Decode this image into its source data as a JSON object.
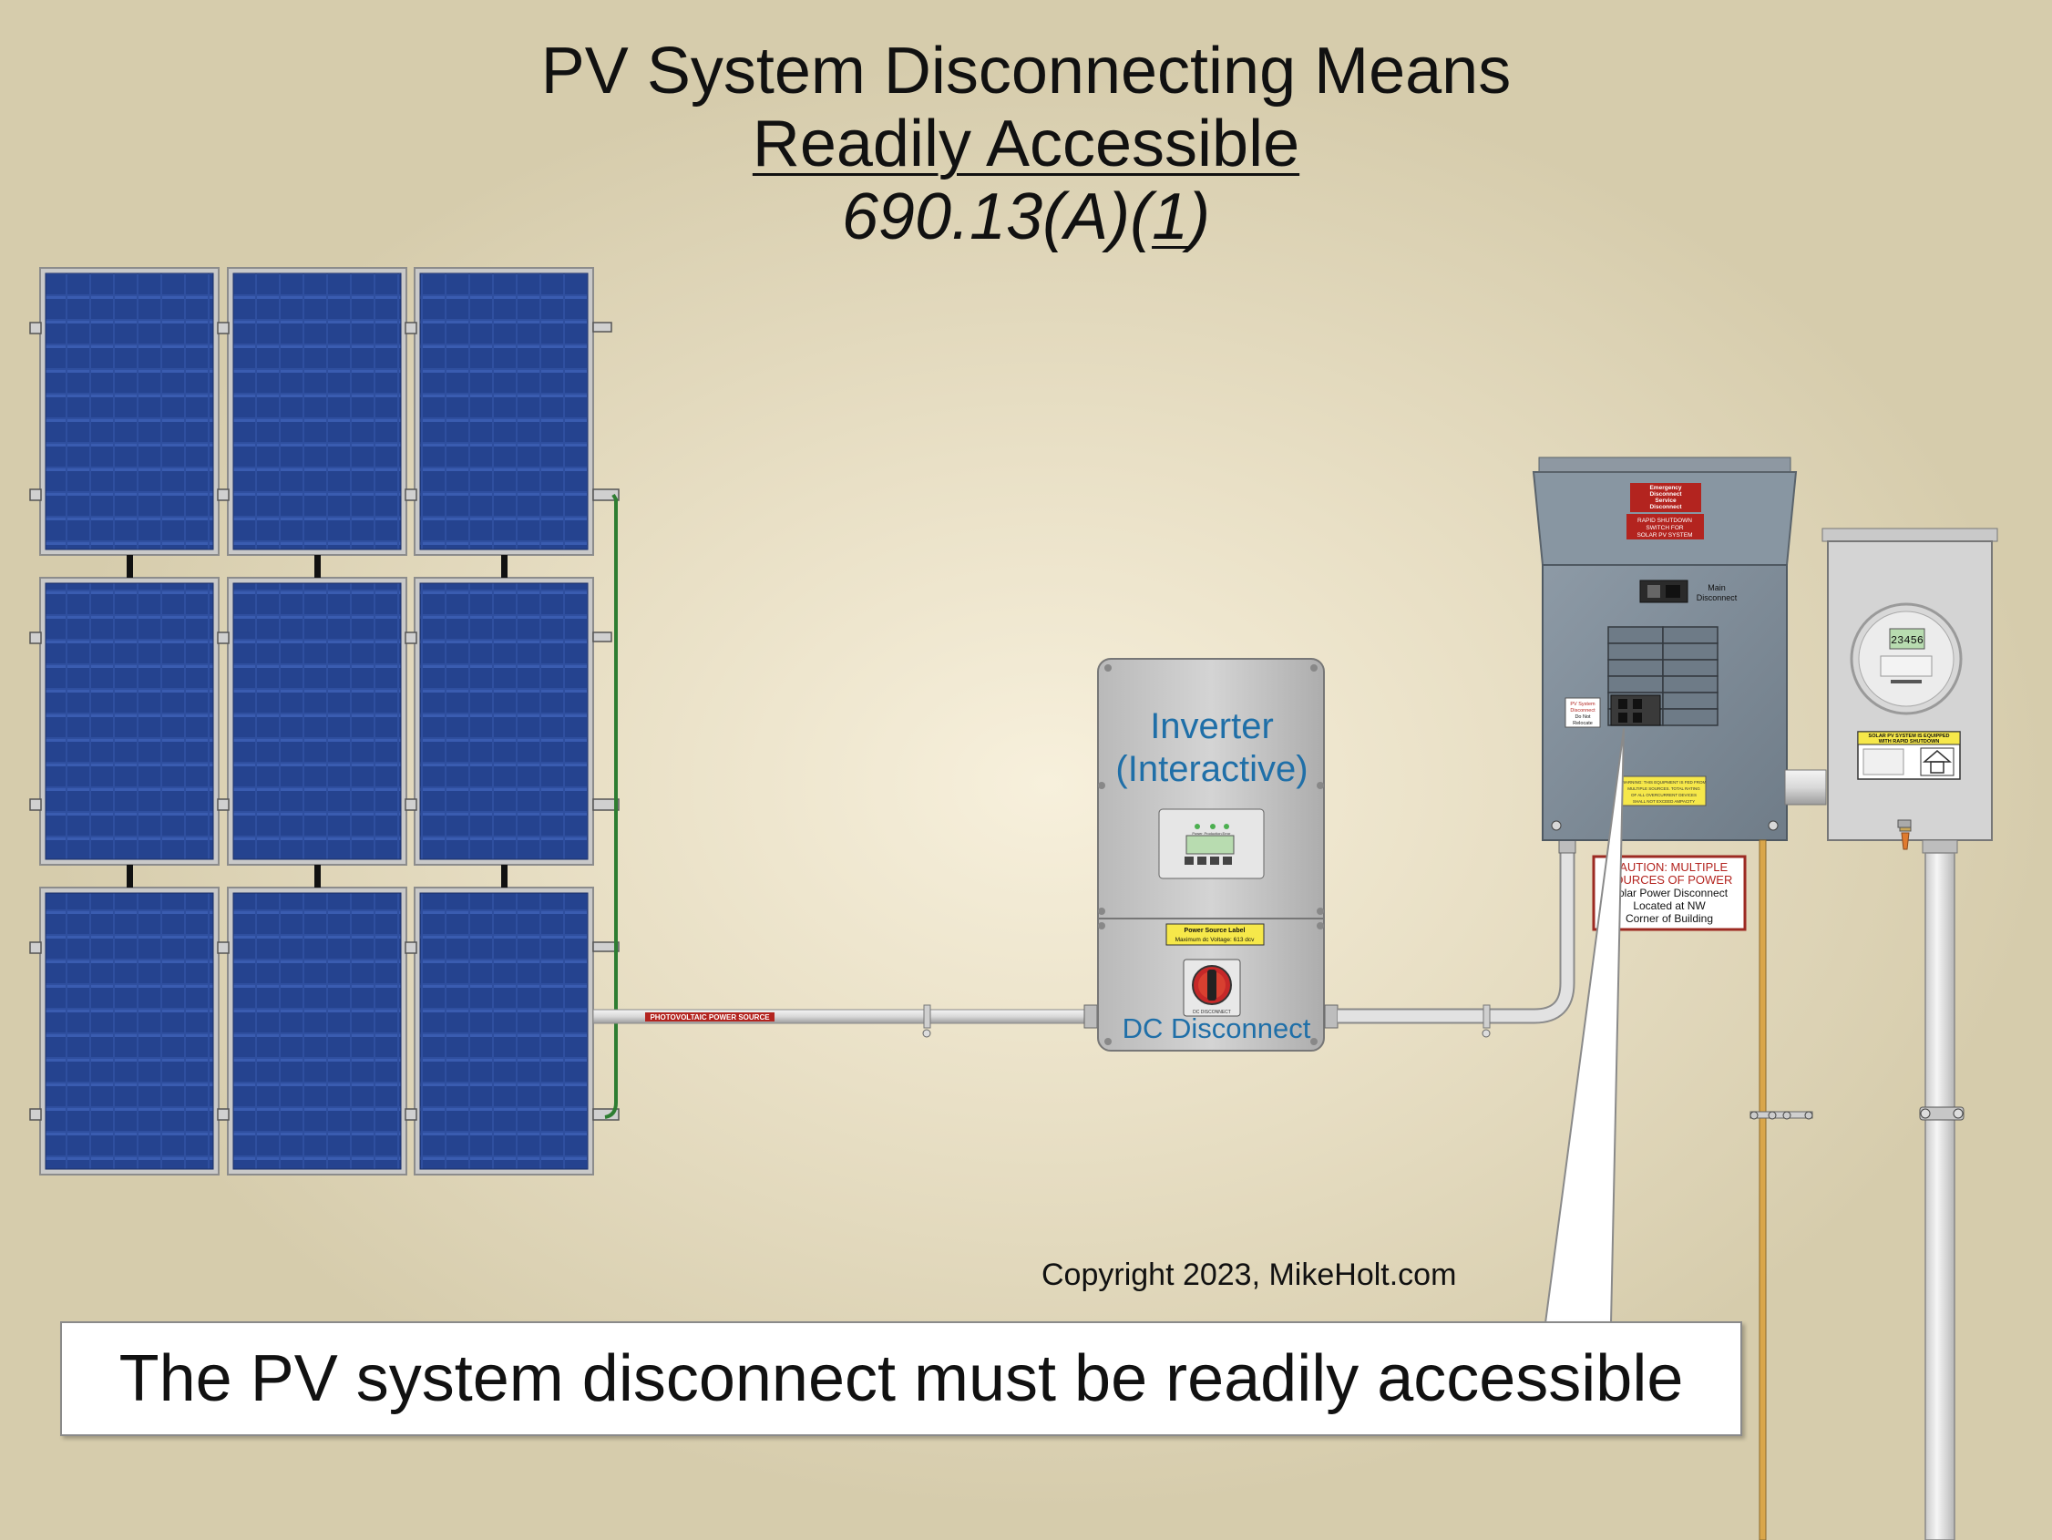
{
  "title": {
    "line1": "PV System Disconnecting Means",
    "line2": "Readily Accessible",
    "line3_pre": "690.13(A)(",
    "line3_num": "1",
    "line3_post": ")"
  },
  "inverter": {
    "label_line1": "Inverter",
    "label_line2": "(Interactive)",
    "source_label_title": "Power Source Label",
    "source_label_text": "Maximum dc Voltage: 613 dcv",
    "dc_disconnect_small": "DC DISCONNECT",
    "dc_disconnect_label": "DC Disconnect",
    "led_labels": [
      "Power",
      "Production",
      "Error"
    ]
  },
  "conduit_label": "PHOTOVOLTAIC POWER SOURCE",
  "service_panel": {
    "top_label": [
      "Emergency",
      "Disconnect",
      "Service",
      "Disconnect"
    ],
    "rapid_shutdown_label": [
      "RAPID SHUTDOWN",
      "SWITCH FOR",
      "SOLAR PV SYSTEM"
    ],
    "main_disconnect_label": [
      "Main",
      "Disconnect"
    ],
    "pv_disconnect_tag": [
      "PV System",
      "Disconnect",
      "Do Not",
      "Relocate"
    ],
    "warning_label": [
      "WARNING: THIS EQUIPMENT IS FED FROM",
      "MULTIPLE SOURCES. TOTAL RATING",
      "OF ALL OVERCURRENT DEVICES",
      "SHALL NOT EXCEED AMPACITY"
    ],
    "caution_sign": [
      "CAUTION: MULTIPLE",
      "SOURCES OF POWER",
      "Solar Power Disconnect",
      "Located at NW",
      "Corner of Building"
    ]
  },
  "meter": {
    "reading": "23456",
    "rapid_shutdown_sign": [
      "SOLAR PV SYSTEM IS EQUIPPED",
      "WITH RAPID SHUTDOWN"
    ]
  },
  "copyright": "Copyright 2023, MikeHolt.com",
  "callout": "The PV system disconnect must be readily accessible"
}
